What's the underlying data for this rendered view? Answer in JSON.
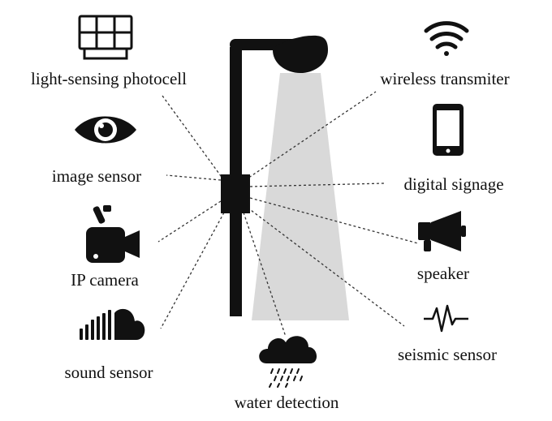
{
  "diagram": {
    "center_label": "",
    "sensors": [
      {
        "id": "photocell",
        "label": "light-sensing photocell",
        "icon": "solar-panel-icon"
      },
      {
        "id": "image-sensor",
        "label": "image sensor",
        "icon": "eye-icon"
      },
      {
        "id": "ip-camera",
        "label": "IP camera",
        "icon": "camera-icon"
      },
      {
        "id": "sound-sensor",
        "label": "sound sensor",
        "icon": "soundcloud-icon"
      },
      {
        "id": "water",
        "label": "water detection",
        "icon": "rain-cloud-icon"
      },
      {
        "id": "wireless",
        "label": "wireless transmiter",
        "icon": "wifi-icon"
      },
      {
        "id": "signage",
        "label": "digital signage",
        "icon": "smartphone-icon"
      },
      {
        "id": "speaker",
        "label": "speaker",
        "icon": "megaphone-icon"
      },
      {
        "id": "seismic",
        "label": "seismic sensor",
        "icon": "heartbeat-icon"
      }
    ]
  },
  "colors": {
    "ink": "#111111",
    "light_beam": "#d9d9d9",
    "connector": "#333333"
  }
}
